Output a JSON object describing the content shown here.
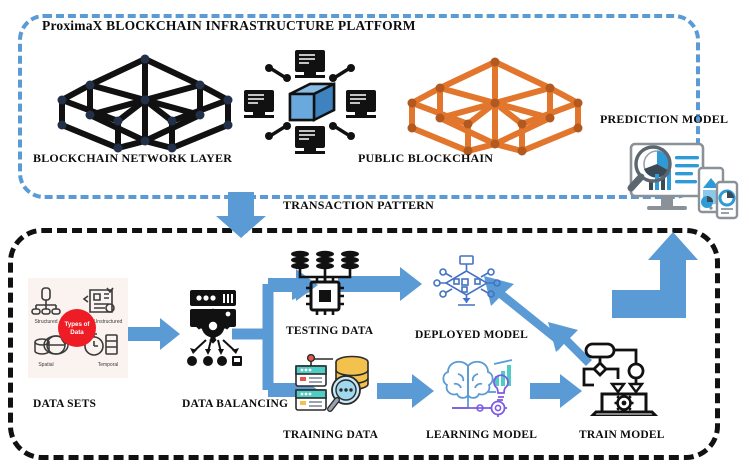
{
  "diagram": {
    "title": "ProximaX BLOCKCHAIN INFRASTRUCTURE PLATFORM",
    "top_panel": {
      "border_color": "#5B9BD5",
      "nodes": [
        {
          "id": "blockchain-network-layer",
          "label": "BLOCKCHAIN NETWORK LAYER",
          "icon": "hexagon-lattice-icon",
          "color": "#111111"
        },
        {
          "id": "node-cube",
          "label": "",
          "icon": "cube-monitors-icon",
          "color": "#5B9BD5"
        },
        {
          "id": "public-blockchain",
          "label": "PUBLIC BLOCKCHAIN",
          "icon": "hexagon-lattice-icon",
          "color": "#E2762C"
        }
      ]
    },
    "connector_label": "TRANSACTION PATTERN",
    "bottom_panel": {
      "border_color": "#111111",
      "nodes": [
        {
          "id": "data-sets",
          "label": "DATA SETS",
          "icon": "types-of-data-icon"
        },
        {
          "id": "data-balancing",
          "label": "DATA BALANCING",
          "icon": "server-gear-icon"
        },
        {
          "id": "testing-data",
          "label": "TESTING DATA",
          "icon": "cpu-chip-icon"
        },
        {
          "id": "deployed-model",
          "label": "DEPLOYED MODEL",
          "icon": "neural-network-icon"
        },
        {
          "id": "training-data",
          "label": "TRAINING DATA",
          "icon": "database-magnifier-icon"
        },
        {
          "id": "learning-model",
          "label": "LEARNING MODEL",
          "icon": "brain-analytics-icon"
        },
        {
          "id": "train-model",
          "label": "TRAIN MODEL",
          "icon": "laptop-flowchart-icon"
        }
      ]
    },
    "prediction": {
      "label": "PREDICTION MODEL",
      "icon": "dashboard-devices-icon"
    },
    "data_types": {
      "center": "Types of Data",
      "quadrants": [
        {
          "label": "Structured",
          "icon": "structured-data-icon"
        },
        {
          "label": "Unstructured",
          "icon": "unstructured-data-icon"
        },
        {
          "label": "Spatial",
          "icon": "spatial-data-icon"
        },
        {
          "label": "Temporal",
          "icon": "temporal-data-icon"
        }
      ],
      "center_color": "#EE1C25",
      "panel_color": "#FAF3F0"
    },
    "arrows": {
      "color": "#5B9BD5",
      "items": [
        {
          "id": "arrow-platform-to-pipeline",
          "direction": "down"
        },
        {
          "id": "arrow-datasets-to-balancing",
          "direction": "right"
        },
        {
          "id": "arrow-balancing-split",
          "direction": "branch"
        },
        {
          "id": "arrow-testing-to-deployed",
          "direction": "right"
        },
        {
          "id": "arrow-training-to-learning",
          "direction": "right"
        },
        {
          "id": "arrow-learning-to-train",
          "direction": "right"
        },
        {
          "id": "arrow-train-to-deployed",
          "direction": "up-left"
        },
        {
          "id": "arrow-pipeline-to-prediction",
          "direction": "up"
        }
      ]
    }
  }
}
